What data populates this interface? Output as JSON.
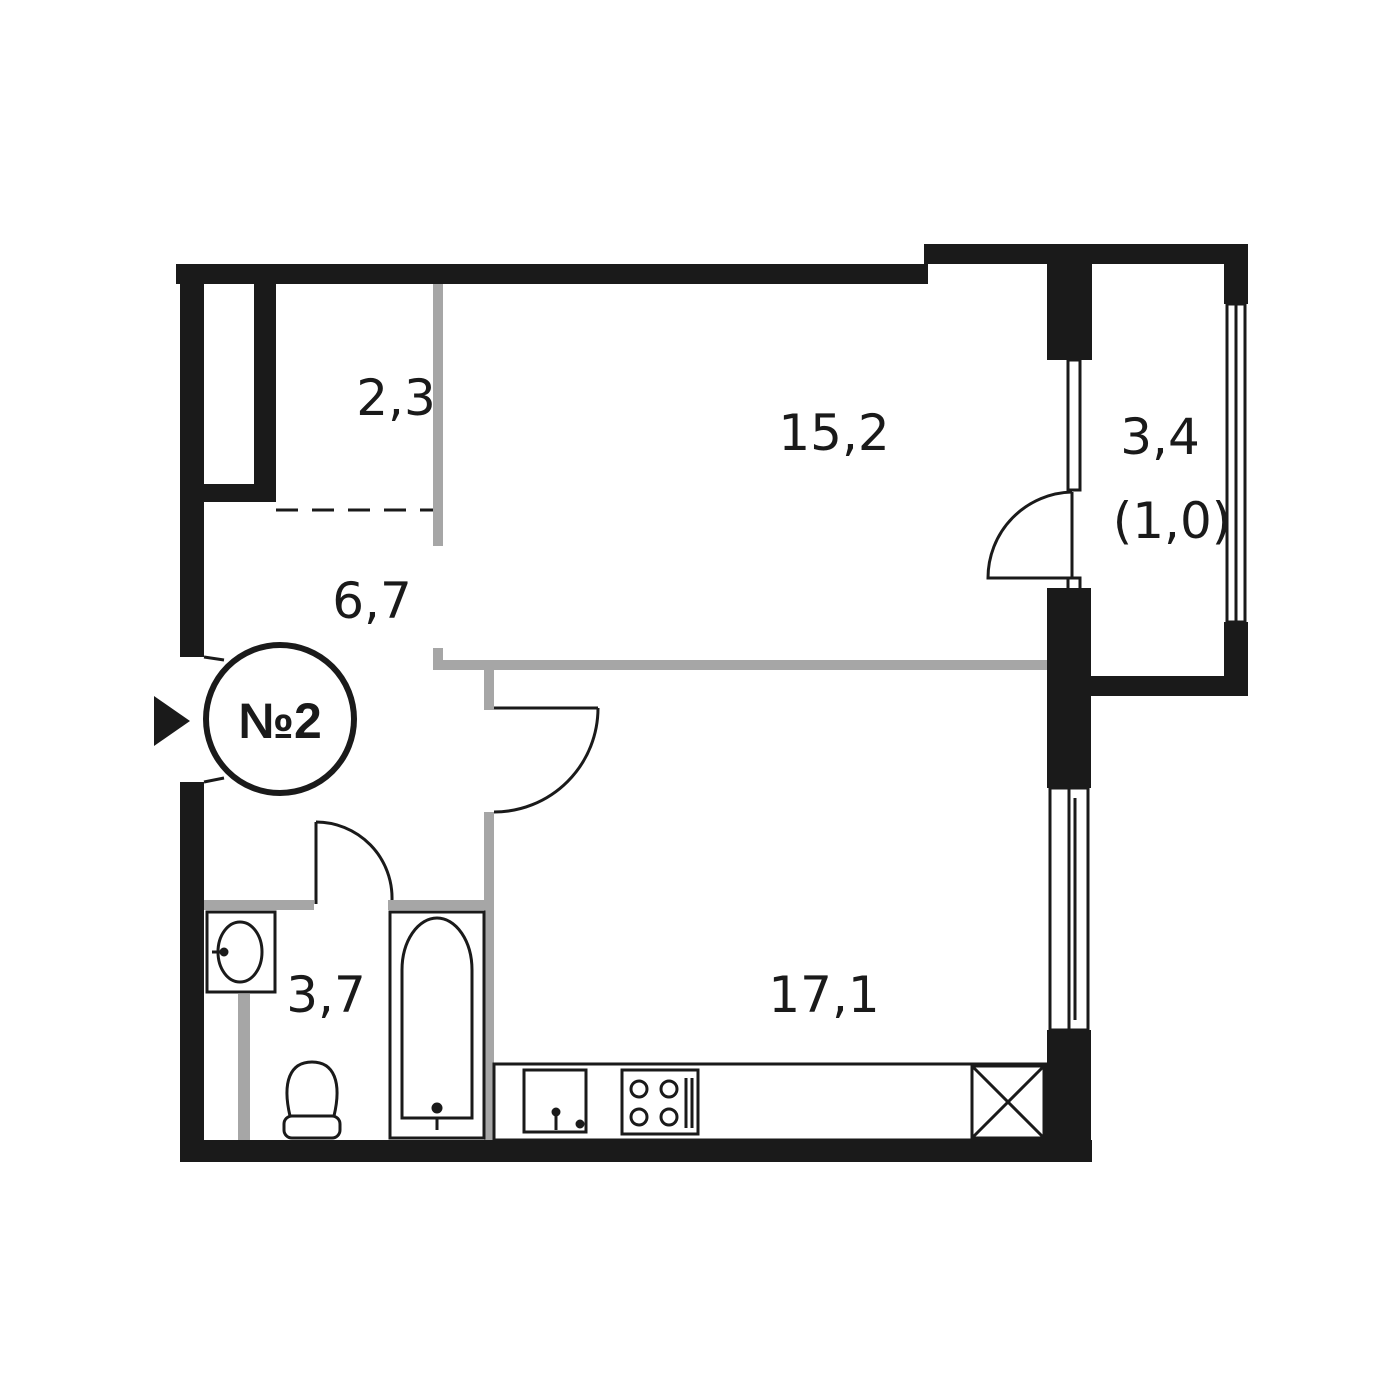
{
  "apartment": {
    "number_label": "№2"
  },
  "rooms": {
    "storage": {
      "area": "2,3"
    },
    "living": {
      "area": "15,2"
    },
    "balcony": {
      "area": "3,4",
      "area_reduced": "(1,0)"
    },
    "hallway": {
      "area": "6,7"
    },
    "bathroom": {
      "area": "3,7"
    },
    "kitchen": {
      "area": "17,1"
    }
  },
  "colors": {
    "wall": "#1a1a1a",
    "partition": "#a6a6a6",
    "background": "#ffffff"
  }
}
